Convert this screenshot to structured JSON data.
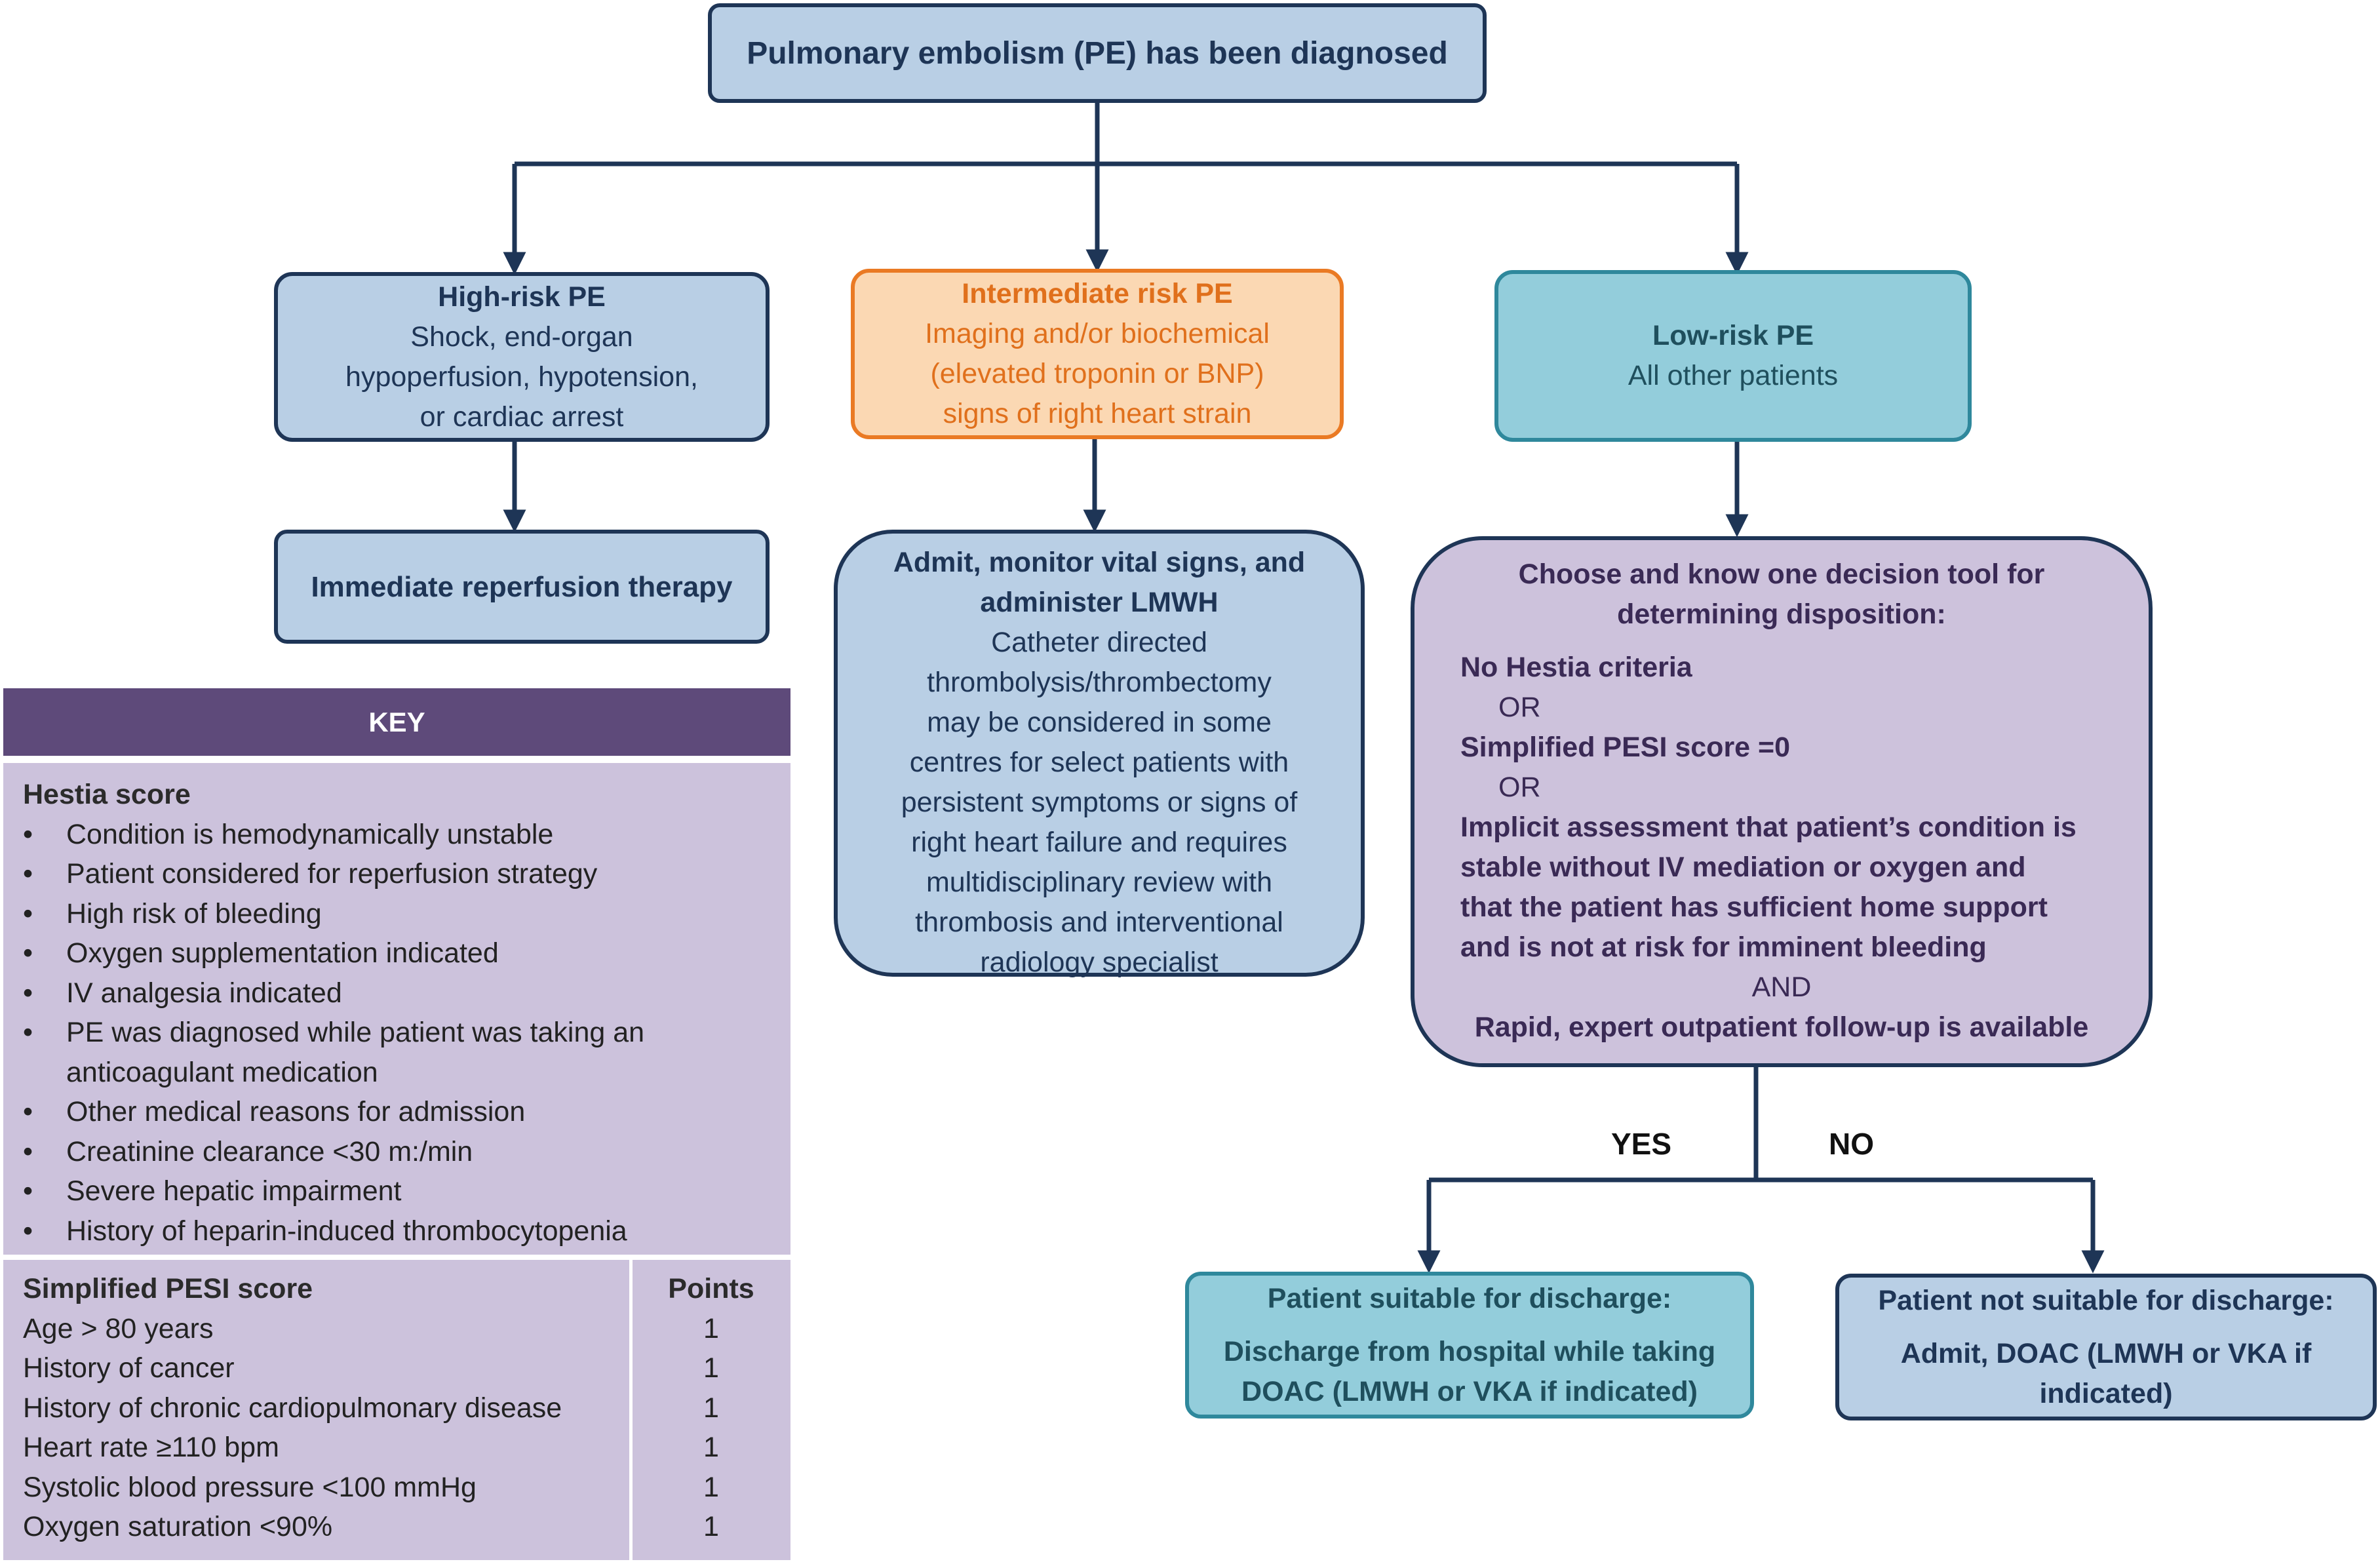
{
  "top": {
    "title": "Pulmonary embolism (PE) has been diagnosed"
  },
  "high_risk": {
    "title": "High-risk PE",
    "lines": [
      "Shock, end-organ",
      "hypoperfusion, hypotension,",
      "or cardiac arrest"
    ],
    "action": "Immediate reperfusion therapy"
  },
  "intermediate": {
    "title": "Intermediate risk PE",
    "lines": [
      "Imaging and/or biochemical",
      "(elevated troponin or BNP)",
      "signs of right heart strain"
    ],
    "action_title": [
      "Admit, monitor vital signs, and",
      "administer LMWH"
    ],
    "action_lines": [
      "Catheter directed",
      "thrombolysis/thrombectomy",
      "may be considered in some",
      "centres for select patients with",
      "persistent symptoms or signs of",
      "right heart failure and requires",
      "multidisciplinary review with",
      "thrombosis and interventional",
      "radiology specialist"
    ]
  },
  "low_risk": {
    "title": "Low-risk PE",
    "line": "All other patients",
    "decision_title": [
      "Choose and know one decision tool for",
      "determining disposition:"
    ],
    "opt1": "No Hestia criteria",
    "or1": "OR",
    "opt2": "Simplified PESI score =0",
    "or2": "OR",
    "opt3": [
      "Implicit assessment that patient’s condition is",
      "stable without IV mediation or oxygen and",
      "that the patient has sufficient home support",
      "and is not at risk for imminent bleeding"
    ],
    "and": "AND",
    "opt4": "Rapid, expert outpatient follow-up is available"
  },
  "branches": {
    "yes": "YES",
    "no": "NO"
  },
  "discharge": {
    "title": "Patient suitable for discharge:",
    "lines": [
      "Discharge from hospital while taking",
      "DOAC (LMWH or VKA if indicated)"
    ]
  },
  "no_discharge": {
    "title": "Patient not suitable for discharge:",
    "lines": [
      "Admit, DOAC (LMWH or VKA if",
      "indicated)"
    ]
  },
  "key": {
    "header": "KEY",
    "hestia_title": "Hestia score",
    "hestia_items": [
      "Condition is hemodynamically unstable",
      "Patient considered for reperfusion strategy",
      "High risk of bleeding",
      "Oxygen supplementation indicated",
      "IV analgesia indicated",
      "PE was diagnosed while patient was taking an anticoagulant medication",
      "Other medical reasons for admission",
      "Creatinine clearance <30 m:/min",
      "Severe hepatic impairment",
      "History of heparin-induced thrombocytopenia"
    ],
    "pesi_title": "Simplified PESI score",
    "points_title": "Points",
    "pesi_rows": [
      {
        "label": "Age > 80 years",
        "points": "1"
      },
      {
        "label": "History of cancer",
        "points": "1"
      },
      {
        "label": "History of chronic cardiopulmonary disease",
        "points": "1"
      },
      {
        "label": "Heart rate ≥110 bpm",
        "points": "1"
      },
      {
        "label": "Systolic blood pressure <100 mmHg",
        "points": "1"
      },
      {
        "label": "Oxygen saturation <90%",
        "points": "1"
      }
    ]
  },
  "colors": {
    "navy": "#1e3556",
    "blue_fill": "#b9cfe5",
    "orange": "#ea7a24",
    "orange_fill": "#fbd8b3",
    "teal": "#2f889c",
    "teal_fill": "#93cddb",
    "purple_fill": "#cdc2dc",
    "key_header": "#5e4a7a"
  }
}
